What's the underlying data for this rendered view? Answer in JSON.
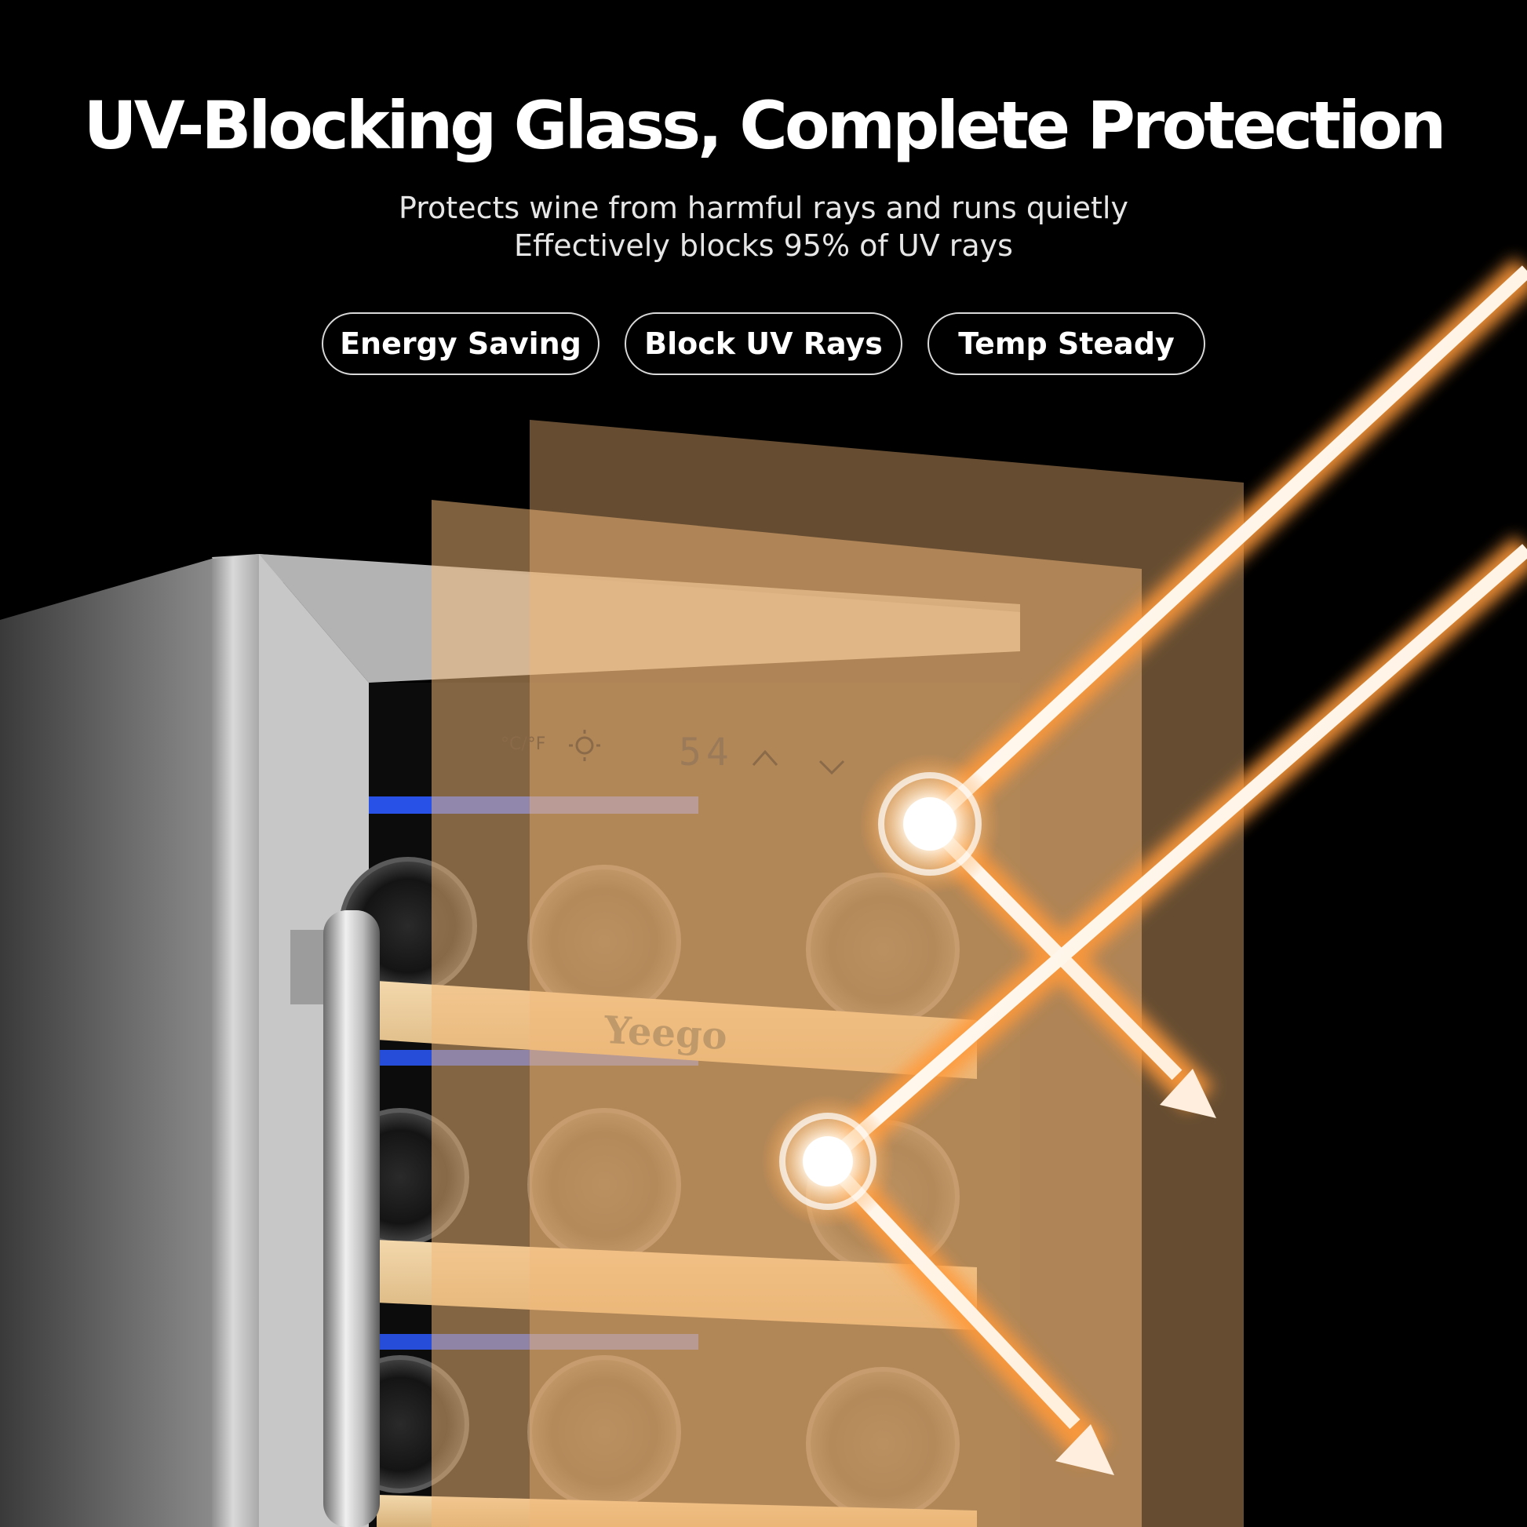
{
  "headline": "UV-Blocking Glass, Complete Protection",
  "subtitle_line1": "Protects wine from harmful rays and runs quietly",
  "subtitle_line2": "Effectively blocks 95% of UV rays",
  "features": [
    {
      "label": "Energy Saving"
    },
    {
      "label": "Block UV Rays"
    },
    {
      "label": "Temp Steady"
    }
  ],
  "control_panel": {
    "unit_symbol": "°C/°F",
    "temperature_display": "54",
    "icons": [
      "unit-toggle-icon",
      "light-icon",
      "arrow-up-icon",
      "arrow-down-icon"
    ]
  },
  "brand_logo": "Yeego",
  "colors": {
    "background": "#000000",
    "heading_text": "#ffffff",
    "glass_tint": "#f2b877",
    "light_beam": "#ff9a3a",
    "led_blue": "#2b59ff"
  }
}
